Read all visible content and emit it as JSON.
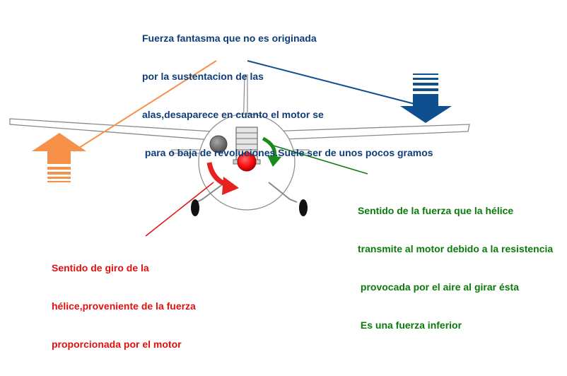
{
  "annotations": {
    "top": {
      "lines": [
        "Fuerza fantasma que no es originada",
        "por la sustentacion de las",
        "alas,desaparece en cuanto el motor se",
        " para o baja de revoluciones.Suele ser de unos pocos gramos"
      ],
      "color": "#0f3d78"
    },
    "right": {
      "lines": [
        "Sentido de la fuerza que la hélice",
        "transmite al motor debido a la resistencia",
        " provocada por el aire al girar ésta",
        " Es una fuerza inferior"
      ],
      "color": "#0b7a0b"
    },
    "left": {
      "lines": [
        "Sentido de giro de la",
        "hélice,proveniente de la fuerza",
        "proporcionada por el motor"
      ],
      "color": "#e01010"
    }
  },
  "colors": {
    "orange_arrow": "#f7914a",
    "blue_arrow": "#0e4f8f",
    "green_arrow": "#1a8a1a",
    "red_arrow": "#e82020",
    "red_hub": "#ff1010",
    "engine_gray": "#6e6e6e",
    "airframe_line": "#8a8a8a"
  },
  "icons": [
    "orange-up-arrow-icon",
    "blue-down-arrow-icon",
    "green-curved-arrow-icon",
    "red-curved-arrow-icon"
  ]
}
